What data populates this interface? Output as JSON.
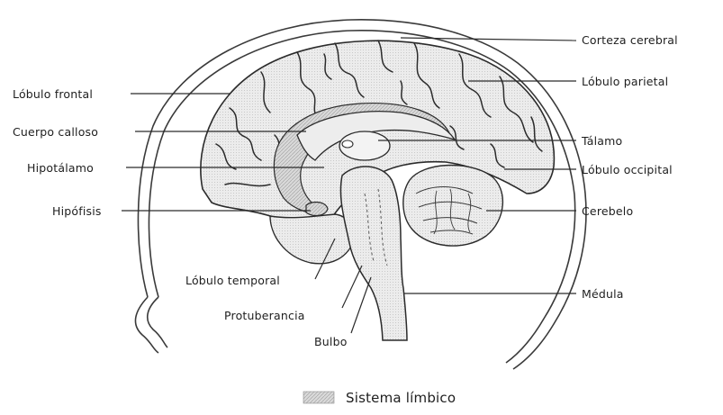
{
  "diagram": {
    "labels": {
      "corteza_cerebral": "Corteza cerebral",
      "lobulo_frontal": "Lóbulo frontal",
      "lobulo_parietal": "Lóbulo parietal",
      "cuerpo_calloso": "Cuerpo calloso",
      "talamo": "Tálamo",
      "hipotalamo": "Hipotálamo",
      "lobulo_occipital": "Lóbulo occipital",
      "hipofisis": "Hipófisis",
      "cerebelo": "Cerebelo",
      "lobulo_temporal": "Lóbulo temporal",
      "medula": "Médula",
      "protuberancia": "Protuberancia",
      "bulbo": "Bulbo"
    },
    "legend": {
      "label": "Sistema límbico",
      "swatch_color": "#9a9a9a"
    },
    "colors": {
      "line": "#2b2b2b",
      "brain_fill": "#e9e9e9",
      "limbic_fill": "#a9a9a9",
      "stem_fill": "#d6d6d6"
    }
  }
}
